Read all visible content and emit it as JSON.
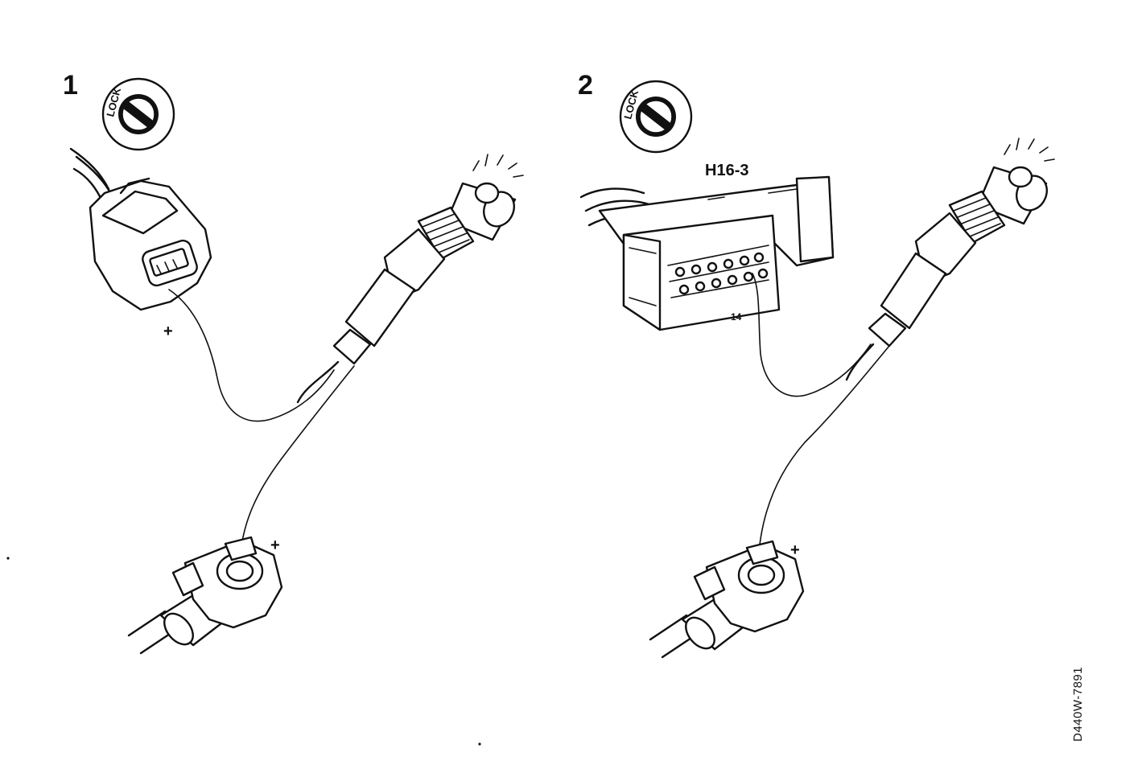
{
  "panels": [
    {
      "step_number": "1",
      "key_label": "LOCK",
      "connector_label": "",
      "pin_label": "",
      "plus_near_connector": "+",
      "plus_near_clamp": "+"
    },
    {
      "step_number": "2",
      "key_label": "LOCK",
      "connector_label": "H16-3",
      "pin_label": "14",
      "plus_near_connector": "",
      "plus_near_clamp": "+"
    }
  ],
  "figure_code": "D440W-7891",
  "icons": [
    "ignition-key-lock-icon",
    "test-lamp-icon",
    "battery-terminal-clamp-icon",
    "connector-plug-icon"
  ]
}
